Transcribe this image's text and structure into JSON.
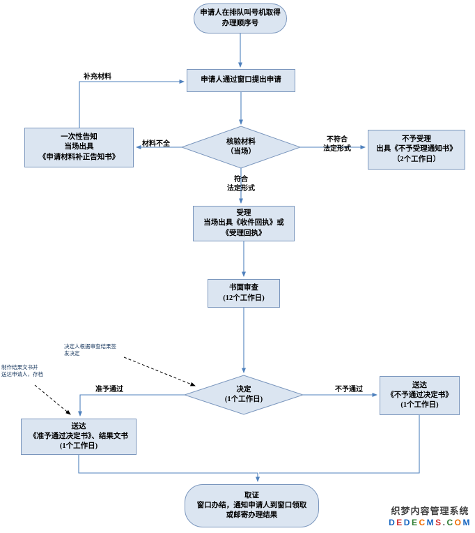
{
  "colors": {
    "node_fill": "#dbe5f1",
    "node_border": "#7a96bd",
    "arrow": "#4f81bd"
  },
  "nodes": {
    "start": {
      "text": "申请人在排队叫号机取得\n办理顺序号"
    },
    "apply": {
      "text": "申请人通过窗口提出申请"
    },
    "verify": {
      "text": "核验材料\n（当场）"
    },
    "notify": {
      "text": "一次性告知\n当场出具\n《申请材料补正告知书》"
    },
    "reject": {
      "text": "不予受理\n出具《不予受理通知书》\n（2个工作日）"
    },
    "accept": {
      "text": "受理\n当场出具《收件回执》或\n《受理回执》"
    },
    "review": {
      "text": "书面审查\n(12个工作日)"
    },
    "decide": {
      "text": "决定\n(1个工作日)"
    },
    "deliver_approve": {
      "text": "送达\n《准予通过决定书》、结果文书\n(1个工作日)"
    },
    "deliver_reject": {
      "text": "送达\n《不予通过决定书》\n(1个工作日)"
    },
    "end": {
      "text": "取证\n窗口办结，通知申请人到窗口领取\n或邮寄办理结果"
    }
  },
  "labels": {
    "supplement": "补充材料",
    "incomplete": "材料不全",
    "nonconform": "不符合\n法定形式",
    "conform": "符合\n法定形式",
    "approve": "准予通过",
    "notapprove": "不予通过"
  },
  "annotations": {
    "decision_note": "决定人根据审查结果签\n发决定",
    "archive_note": "制作结果文书并\n送达申请人，存档"
  },
  "watermark": {
    "line1": "织梦内容管理系统",
    "line2": [
      {
        "ch": "D",
        "color": "#1565c0"
      },
      {
        "ch": "E",
        "color": "#d32f2f"
      },
      {
        "ch": "D",
        "color": "#1565c0"
      },
      {
        "ch": "E",
        "color": "#2e7d32"
      },
      {
        "ch": "C",
        "color": "#ef6c00"
      },
      {
        "ch": "M",
        "color": "#1565c0"
      },
      {
        "ch": "S",
        "color": "#d32f2f"
      },
      {
        "ch": ".",
        "color": "#444444"
      },
      {
        "ch": "C",
        "color": "#2e7d32"
      },
      {
        "ch": "O",
        "color": "#ef6c00"
      },
      {
        "ch": "M",
        "color": "#1565c0"
      }
    ]
  }
}
